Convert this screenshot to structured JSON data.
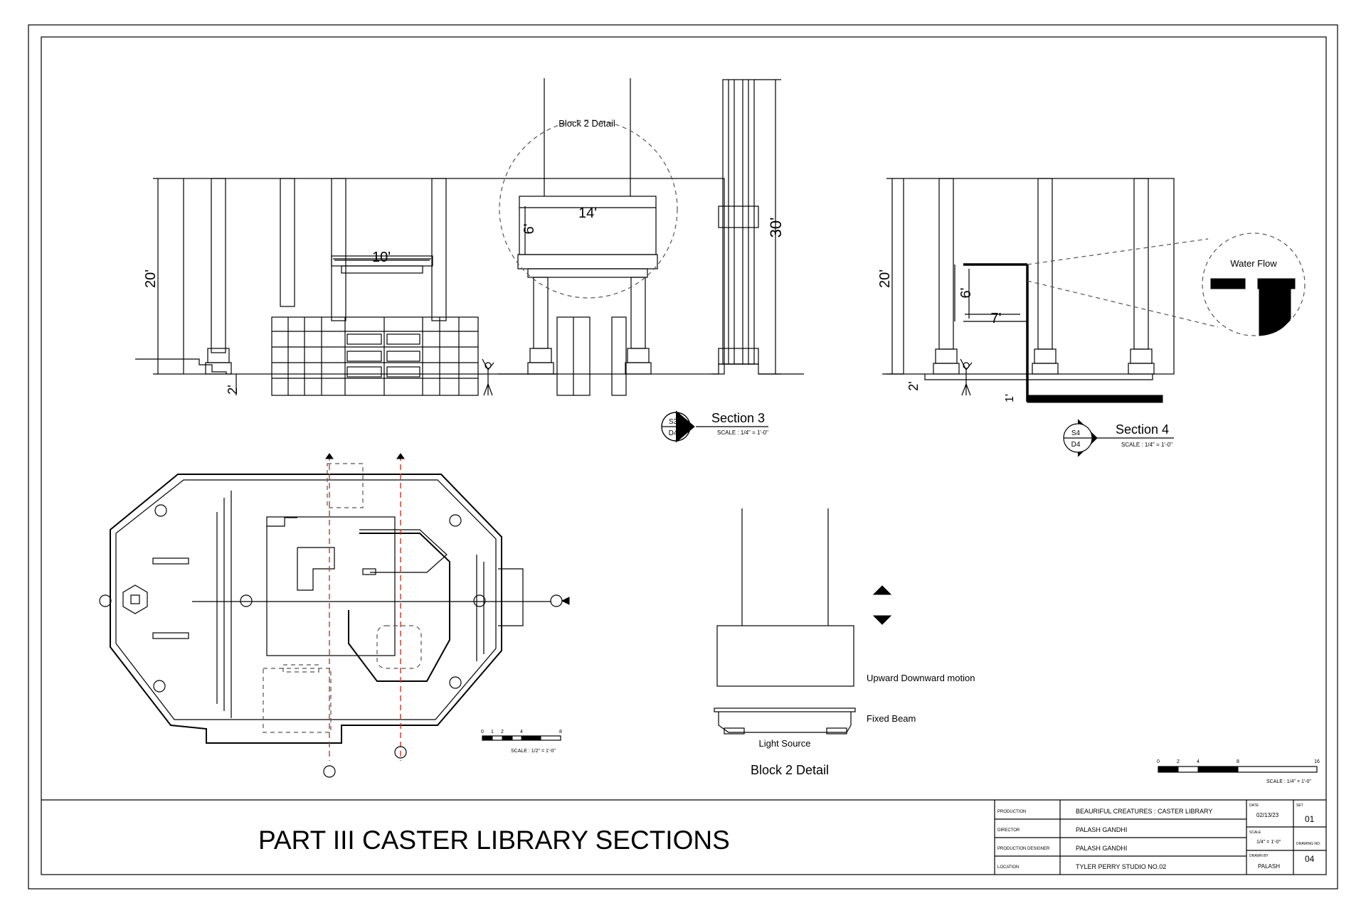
{
  "sheet": {
    "title": "PART III CASTER LIBRARY SECTIONS"
  },
  "title_block": {
    "production_label": "PRODUCTION",
    "production_value": "BEAURIFUL CREATURES : CASTER LIBRARY",
    "director_label": "DIRECTOR",
    "director_value": "PALASH GANDHI",
    "designer_label": "PRODUCTION DESIGNER",
    "designer_value": "PALASH GANDHI",
    "location_label": "LOCATION",
    "location_value": "TYLER PERRY STUDIO NO.02",
    "date_label": "DATE",
    "date_value": "02/13/23",
    "set_label": "SET",
    "set_value": "01",
    "scale_label": "SCALE",
    "scale_value": "1/4\" = 1'-0\"",
    "drawing_no_label": "DRAWING NO.",
    "drawing_no_value": "04",
    "drawn_by_label": "DRAWN BY",
    "drawn_by_value": "PALASH"
  },
  "section3": {
    "title": "Section 3",
    "scale": "SCALE : 1/4\" = 1'-0\"",
    "tag_top": "S3",
    "tag_bottom": "D4",
    "dims": {
      "height_left": "20'",
      "step": "2'",
      "shelf_width": "10'",
      "block_width": "14'",
      "block_height": "6'",
      "total_height": "30'"
    },
    "callout": "Block 2 Detail"
  },
  "section4": {
    "title": "Section 4",
    "scale": "SCALE : 1/4\" = 1'-0\"",
    "tag_top": "S4",
    "tag_bottom": "D4",
    "dims": {
      "height_left": "20'",
      "step": "2'",
      "frame_width": "7'",
      "frame_height": "6'",
      "base": "1'"
    },
    "callout": "Water Flow"
  },
  "block2": {
    "title": "Block 2 Detail",
    "motion_label": "Upward Downward motion",
    "beam_label": "Fixed Beam",
    "light_label": "Light Source"
  },
  "plan": {
    "scale": "SCALE : 1/2\" = 1'-0\"",
    "scale_ticks": [
      "0",
      "1",
      "2",
      "4",
      "8"
    ]
  },
  "main_scale": {
    "scale": "SCALE : 1/4\" = 1'-0\"",
    "ticks": [
      "0",
      "2",
      "4",
      "8",
      "16"
    ]
  }
}
